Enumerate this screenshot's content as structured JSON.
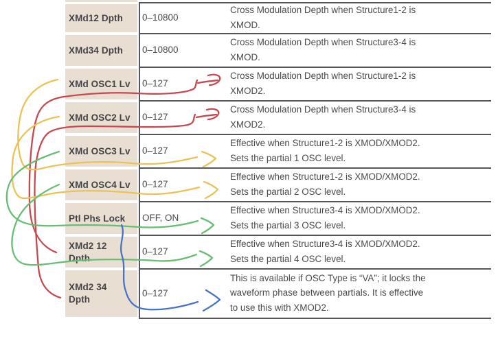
{
  "colors": {
    "beige_cell": "#e9ded2",
    "divider": "#55565a",
    "param_text": "#434345",
    "body_text": "#4a4a4c",
    "arrow_red": "#c5494f",
    "arrow_yellow": "#e9c355",
    "arrow_green": "#68bd74",
    "arrow_blue": "#4673c9"
  },
  "table": {
    "columns": [
      "parameter",
      "value_range",
      "description"
    ],
    "rows": [
      {
        "param": "XMd12 Dpth",
        "value": "0–10800",
        "desc": "Cross Modulation Depth when Structure1-2 is\nXMOD."
      },
      {
        "param": "XMd34 Dpth",
        "value": "0–10800",
        "desc": "Cross Modulation Depth when Structure3-4 is\nXMOD."
      },
      {
        "param": "XMd OSC1 Lv",
        "value": "0–127",
        "desc": "Cross Modulation Depth when Structure1-2 is\nXMOD2."
      },
      {
        "param": "XMd OSC2 Lv",
        "value": "0–127",
        "desc": "Cross Modulation Depth when Structure3-4 is\nXMOD2."
      },
      {
        "param": "XMd OSC3 Lv",
        "value": "0–127",
        "desc": "Effective when Structure1-2 is XMOD/XMOD2.\nSets the partial 1 OSC level."
      },
      {
        "param": "XMd OSC4 Lv",
        "value": "0–127",
        "desc": "Effective when Structure1-2 is XMOD/XMOD2.\nSets the partial 2 OSC level."
      },
      {
        "param": "Ptl Phs Lock",
        "value": "OFF, ON",
        "desc": "Effective when Structure3-4 is XMOD/XMOD2.\nSets the partial 3 OSC level."
      },
      {
        "param": "XMd2 12\nDpth",
        "value": "0–127",
        "desc": "Effective when Structure3-4 is XMOD/XMOD2.\nSets the partial 4 OSC level."
      },
      {
        "param": "XMd2 34\nDpth",
        "value": "0–127",
        "desc": "This is available if OSC Type is “VA”; it locks the\nwaveform phase between partials. It is effective\nto use this with XMOD2."
      }
    ]
  },
  "annotations": {
    "note": "hand-drawn correction arrows linking parameter rows to their correct description rows",
    "arrows": [
      {
        "id": "red-1",
        "color_key": "arrow_red",
        "from_param": "XMd2 12 Dpth",
        "points_to_description_of_row": 3
      },
      {
        "id": "red-2",
        "color_key": "arrow_red",
        "from_param": "XMd2 34 Dpth",
        "points_to_description_of_row": 4
      },
      {
        "id": "yellow-1",
        "color_key": "arrow_yellow",
        "from_param": "XMd OSC1 Lv",
        "points_to_description_of_row": 5
      },
      {
        "id": "yellow-2",
        "color_key": "arrow_yellow",
        "from_param": "XMd OSC2 Lv",
        "points_to_description_of_row": 6
      },
      {
        "id": "green-1",
        "color_key": "arrow_green",
        "from_param": "XMd OSC3 Lv",
        "points_to_description_of_row": 7
      },
      {
        "id": "green-2",
        "color_key": "arrow_green",
        "from_param": "XMd OSC4 Lv",
        "points_to_description_of_row": 8
      },
      {
        "id": "blue-1",
        "color_key": "arrow_blue",
        "from_param": "Ptl Phs Lock",
        "points_to_description_of_row": 9
      }
    ]
  }
}
